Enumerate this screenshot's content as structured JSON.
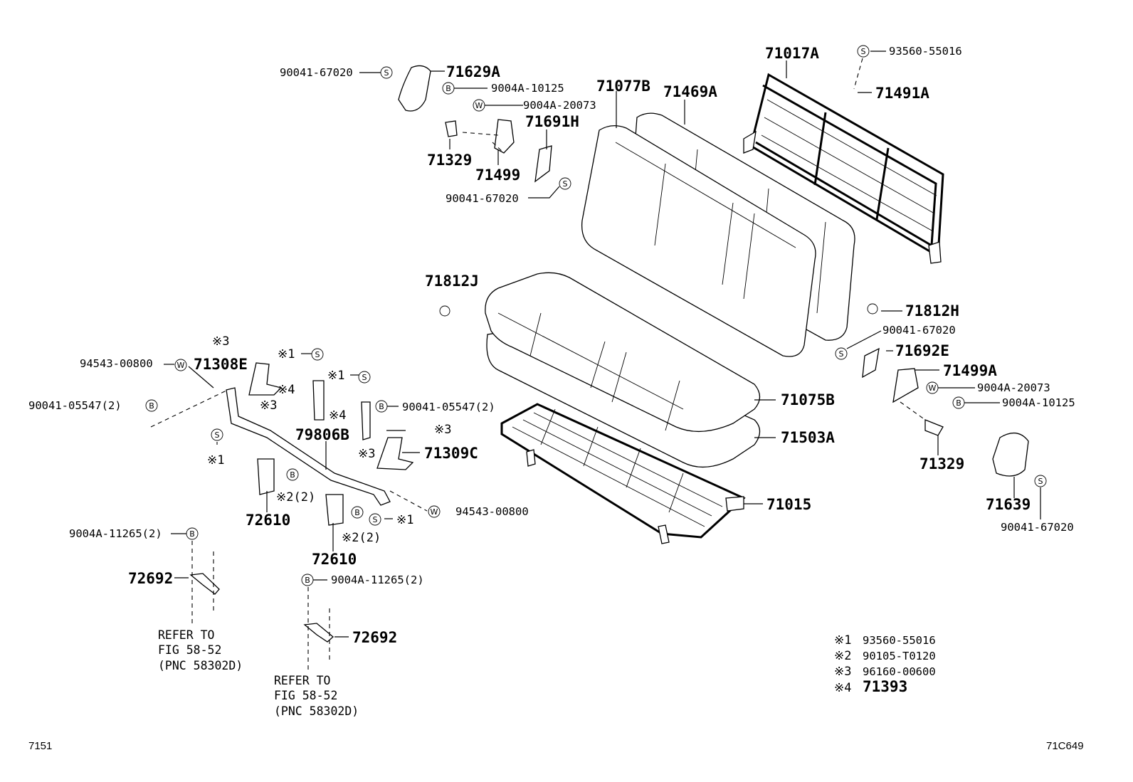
{
  "parts": {
    "p71017A": "71017A",
    "p93560_55016": "93560-55016",
    "p71491A": "71491A",
    "p71077B": "71077B",
    "p71469A": "71469A",
    "p71629A": "71629A",
    "p90041_67020_a": "90041-67020",
    "p9004A_10125_a": "9004A-10125",
    "p9004A_20073_a": "9004A-20073",
    "p71691H": "71691H",
    "p71329_a": "71329",
    "p71499": "71499",
    "p90041_67020_b": "90041-67020",
    "p71812J": "71812J",
    "p71812H": "71812H",
    "p90041_67020_c": "90041-67020",
    "p71692E": "71692E",
    "p71499A": "71499A",
    "p9004A_20073_b": "9004A-20073",
    "p9004A_10125_b": "9004A-10125",
    "p71329_b": "71329",
    "p71639": "71639",
    "p90041_67020_d": "90041-67020",
    "p71075B": "71075B",
    "p71503A": "71503A",
    "p71015": "71015",
    "p94543_00800_a": "94543-00800",
    "p71308E": "71308E",
    "p90041_05547_a": "90041-05547(2)",
    "p79806B": "79806B",
    "p90041_05547_b": "90041-05547(2)",
    "p71309C": "71309C",
    "p72610_a": "72610",
    "p72610_b": "72610",
    "p94543_00800_b": "94543-00800",
    "p9004A_11265_a": "9004A-11265(2)",
    "p72692_a": "72692",
    "p9004A_11265_b": "9004A-11265(2)",
    "p72692_b": "72692"
  },
  "marks": {
    "m3a": "※3",
    "m1a": "※1",
    "m4a": "※4",
    "m3b": "※3",
    "m1b": "※1",
    "m1c": "※1",
    "m4b": "※4",
    "m3c": "※3",
    "m3d": "※3",
    "m22a": "※2(2)",
    "m1d": "※1",
    "m22b": "※2(2)"
  },
  "symbols": {
    "screw": "S",
    "bolt": "B",
    "washer": "W"
  },
  "refer_left": [
    "REFER TO",
    "FIG 58-52",
    "(PNC 58302D)"
  ],
  "refer_mid": [
    "REFER TO",
    "FIG 58-52",
    "(PNC 58302D)"
  ],
  "legend": [
    {
      "mark": "※1",
      "part": "93560-55016"
    },
    {
      "mark": "※2",
      "part": "90105-T0120"
    },
    {
      "mark": "※3",
      "part": "96160-00600"
    },
    {
      "mark": "※4",
      "part": "71393"
    }
  ],
  "footer": {
    "left": "7151",
    "right": "71C649"
  }
}
